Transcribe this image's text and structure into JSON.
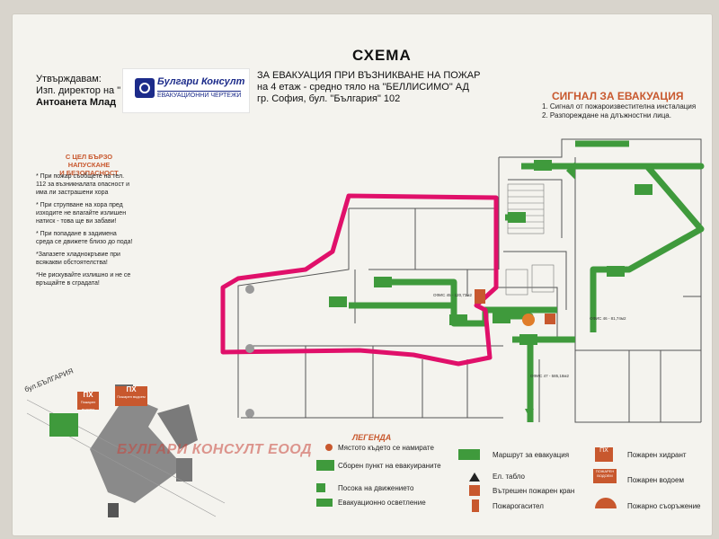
{
  "header": {
    "title": "СХЕМА",
    "subtitle_line1": "ЗА ЕВАКУАЦИЯ ПРИ ВЪЗНИКВАНЕ НА ПОЖАР",
    "subtitle_line2": "на 4 етаж  -  средно тяло на \"БЕЛЛИСИМО\" АД",
    "subtitle_line3": "гр. София, бул. \"България\" 102"
  },
  "approval": {
    "line1": "Утвърждавам:",
    "line2": "Изп. директор на \"",
    "name": "Антоанета Млад"
  },
  "logo": {
    "brand": "Булгари Консулт",
    "tagline": "ЕВАКУАЦИОННИ ЧЕРТЕЖИ"
  },
  "signal": {
    "title": "СИГНАЛ ЗА ЕВАКУАЦИЯ",
    "items": [
      "1. Сигнал от пожароизвестителна инсталация",
      "2. Разпореждане на длъжностни лица."
    ]
  },
  "purpose": {
    "line1": "С ЦЕЛ БЪРЗО НАПУСКАНЕ",
    "line2": "И БЕЗОПАСНОСТ"
  },
  "rules": [
    "* При пожар съобщете на тел. 112  за  възникналата опасност и има ли застрашени хора",
    "* При струпване на хора пред изходите не влагайте излишен натиск - това ще ви забави!",
    "* При попадане в задимена среда се движете близо до пода!",
    "*Запазете хладнокръвие при всякакви обстоятелства!",
    "*Не рискувайте излишно и не се връщайте в сградата!"
  ],
  "rooms": {
    "ofis_45": "ОФИС 45 - 120,73м2",
    "ofis_46": "ОФИС 46 - 81,74м2",
    "ofis_47": "ОФИС 47 - 585,18м2"
  },
  "site": {
    "street": "бул.БЪЛГАРИЯ",
    "px1_title": "ПХ",
    "px1_sub": "Пожарен водоем",
    "px2_title": "ПХ",
    "px2_sub": "Пожарен водоем"
  },
  "watermark": "БУЛГАРИ КОНСУЛТ ЕООД",
  "legend": {
    "title": "ЛЕГЕНДА",
    "items": [
      {
        "icon": "you-are-here-icon",
        "label": "Мястото където се намирате"
      },
      {
        "icon": "assembly-point-icon",
        "label": "Сборен пункт на евакуираните"
      },
      {
        "icon": "direction-arrow-icon",
        "label": "Посока на движението"
      },
      {
        "icon": "emergency-light-icon",
        "label": "Евакуационно осветление"
      },
      {
        "icon": "evacuation-route-icon",
        "label": "Маршрут за евакуация"
      },
      {
        "icon": "electric-panel-icon",
        "label": "Ел. табло"
      },
      {
        "icon": "fire-hose-icon",
        "label": "Вътрешен пожарен кран"
      },
      {
        "icon": "extinguisher-icon",
        "label": "Пожарогасител"
      },
      {
        "icon": "hydrant-icon",
        "label": "Пожарен хидрант",
        "code": "ПХ"
      },
      {
        "icon": "water-reservoir-icon",
        "label": "Пожарен водоем",
        "code": "ПОЖАРЕН ВОДОЕМ"
      },
      {
        "icon": "fire-fighting-equipment-icon",
        "label": "Пожарно съоръжение"
      }
    ]
  },
  "colors": {
    "route": "#3f9a3c",
    "accent": "#c8582e",
    "highlight": "#e0106a"
  }
}
